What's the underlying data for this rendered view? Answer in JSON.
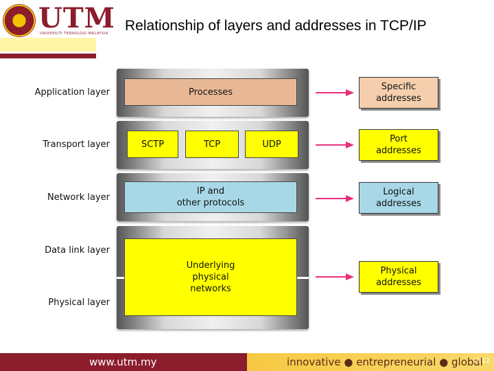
{
  "header": {
    "logo_text": "UTM",
    "logo_subtext": "UNIVERSITI TEKNOLOGI MALAYSIA",
    "title": "Relationship of layers and addresses in TCP/IP"
  },
  "diagram": {
    "layer_labels": [
      "Application layer",
      "Transport layer",
      "Network layer",
      "Data link layer",
      "Physical layer"
    ],
    "application_box": "Processes",
    "transport_boxes": [
      "SCTP",
      "TCP",
      "UDP"
    ],
    "network_box_line1": "IP and",
    "network_box_line2": "other protocols",
    "physical_box_line1": "Underlying",
    "physical_box_line2": "physical",
    "physical_box_line3": "networks",
    "addresses": [
      {
        "line1": "Specific",
        "line2": "addresses",
        "color": "#f5cfad"
      },
      {
        "line1": "Port",
        "line2": "addresses",
        "color": "#ffff00"
      },
      {
        "line1": "Logical",
        "line2": "addresses",
        "color": "#a8d8e8"
      },
      {
        "line1": "Physical",
        "line2": "addresses",
        "color": "#ffff00"
      }
    ],
    "colors": {
      "application": "#e8b896",
      "transport": "#ffff00",
      "network": "#a8d8e8",
      "physical": "#ffff00",
      "arrow": "#e8307a"
    }
  },
  "footer": {
    "url": "www.utm.my",
    "motto": "innovative ● entrepreneurial ● global",
    "page": "2.12"
  }
}
